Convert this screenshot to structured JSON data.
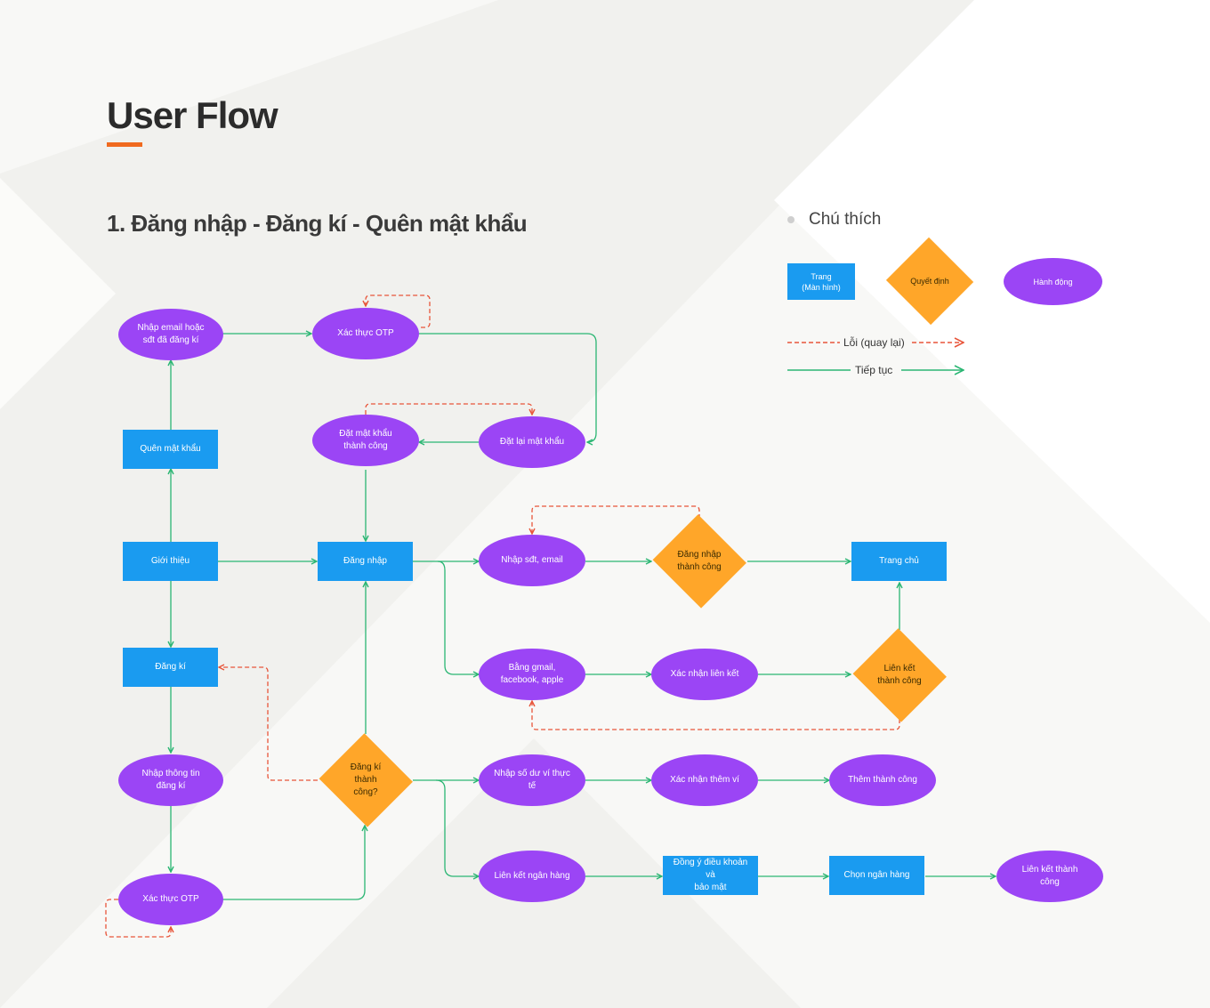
{
  "header": {
    "title": "User Flow",
    "subtitle": "1. Đăng nhập - Đăng kí - Quên mật khẩu"
  },
  "colors": {
    "page": "#1a9bf0",
    "action": "#9b45f5",
    "decision": "#ffa629",
    "error": "#e8553a",
    "continue": "#2bb673",
    "accent": "#f06a1f"
  },
  "legend": {
    "title": "Chú thích",
    "page": "Trang\n(Màn hình)",
    "decision": "Quyết định",
    "action": "Hành động",
    "error": "Lỗi (quay lại)",
    "continue": "Tiếp tục"
  },
  "nodes": {
    "nhap_email_sdt": "Nhập email hoặc\nsđt đã đăng kí",
    "xac_thuc_otp_top": "Xác thực OTP",
    "quen_mat_khau": "Quên mật khẩu",
    "dat_mat_khau_thanh_cong": "Đặt mật khẩu\nthành công",
    "dat_lai_mat_khau": "Đặt lại mật khẩu",
    "gioi_thieu": "Giới thiệu",
    "dang_nhap": "Đăng nhập",
    "nhap_sdt_email": "Nhập sđt, email",
    "dang_nhap_thanh_cong": "Đăng nhập\nthành công",
    "trang_chu": "Trang chủ",
    "dang_ki": "Đăng kí",
    "bang_gmail": "Bằng gmail,\nfacebook, apple",
    "xac_nhan_lien_ket": "Xác nhận liên kết",
    "lien_ket_thanh_cong_diamond": "Liên kết\nthành công",
    "nhap_thong_tin": "Nhập thông tin\nđăng kí",
    "dang_ki_thanh_cong": "Đăng kí\nthành\ncông?",
    "nhap_so_du": "Nhập số dư ví thực\ntế",
    "xac_nhan_them_vi": "Xác nhận thêm ví",
    "them_thanh_cong": "Thêm thành công",
    "xac_thuc_otp_bottom": "Xác thực OTP",
    "lien_ket_ngan_hang": "Liên kết ngân hàng",
    "dong_y_dieu_khoan": "Đồng ý điều khoản và\nbảo mật",
    "chon_ngan_hang": "Chọn ngân hàng",
    "lien_ket_thanh_cong_oval": "Liên kết thành\ncông"
  }
}
